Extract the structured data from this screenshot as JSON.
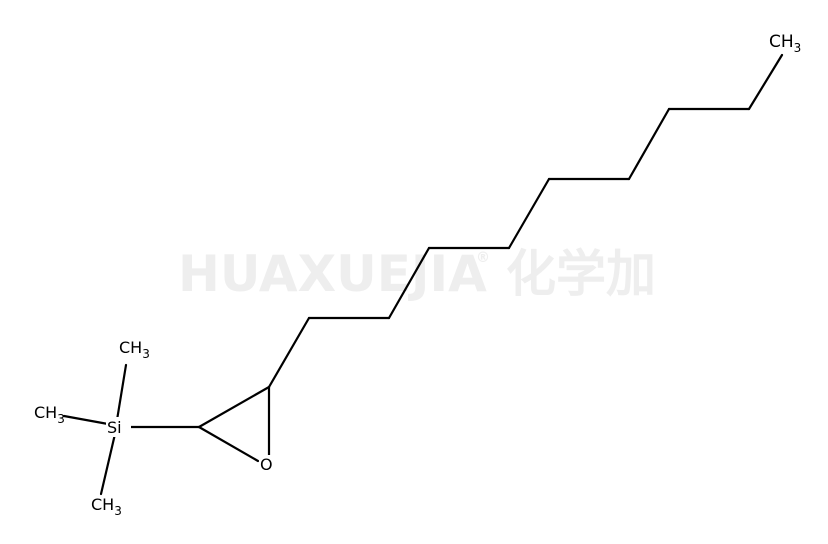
{
  "watermark": {
    "brand": "HUAXUEJIA",
    "registered": "®",
    "chinese": "化学加"
  },
  "molecule": {
    "atoms": {
      "ch3_terminal": {
        "main": "CH",
        "sub": "3"
      },
      "ch3_top": {
        "main": "CH",
        "sub": "3"
      },
      "ch3_left": {
        "main": "CH",
        "sub": "3"
      },
      "ch3_bottom": {
        "main": "CH",
        "sub": "3"
      },
      "silicon": "Si",
      "oxygen": "O"
    },
    "colors": {
      "bond": "#000000",
      "label": "#000000",
      "watermark": "#eeeeee"
    }
  }
}
